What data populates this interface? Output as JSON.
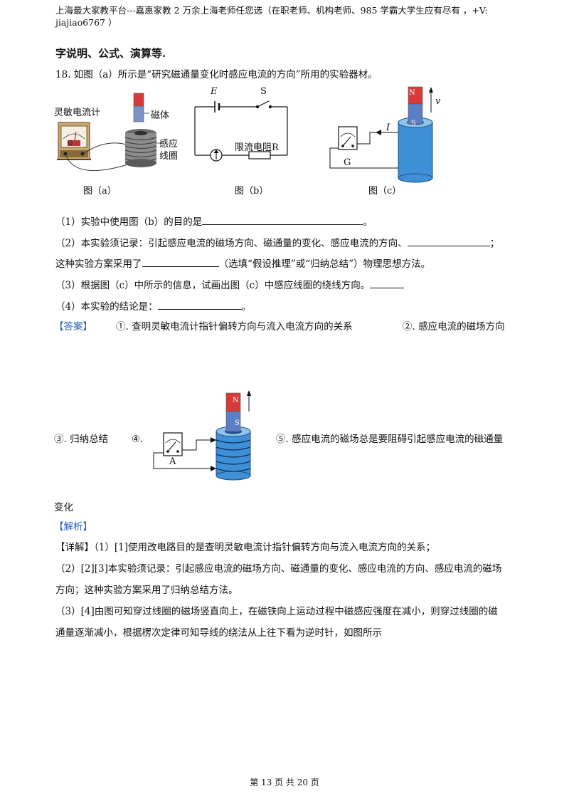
{
  "header": {
    "line1": "上海最大家教平台---嘉惠家教    2 万余上海老师任您选（在职老师、机构老师、985 学霸大学生应有尽有  ，+V:",
    "line2": "jiajiao6767 ）"
  },
  "section_heading": "字说明、公式、演算等.",
  "question": {
    "stem": "18. 如图（a）所示是“研究磁通量变化时感应电流的方向”所用的实验器材。",
    "fig_a": {
      "caption": "图（a）",
      "galvanometer_label": "灵敏电流计",
      "magnet_label": "磁体",
      "coil_label_1": "感应",
      "coil_label_2": "线圈",
      "meter_symbol": "G"
    },
    "fig_b": {
      "caption": "图（b）",
      "emf_label": "E",
      "switch_label": "S",
      "resistor_label": "限流电阻R"
    },
    "fig_c": {
      "caption": "图（c）",
      "north_label": "N",
      "south_label": "S",
      "velocity_label": "v",
      "current_label": "I",
      "meter_label": "G"
    },
    "p1_before": "（1）实验中使用图（b）的目的是",
    "p1_after": "。",
    "p2_before": "（2）本实验须记录：引起感应电流的磁场方向、磁通量的变化、感应电流的方向、",
    "p2_after": "；",
    "p3_before": "这种实验方案采用了",
    "p3_after": "（选填“假设推理”或“归纳总结”）物理思想方法。",
    "p4": "（3）根据图（c）中所示的信息，试画出图（c）中感应线圈的绕线方向。",
    "p5_before": "（4）本实验的结论是：",
    "p5_after": "。"
  },
  "answer": {
    "label": "【答案】",
    "a1": "①. 查明灵敏电流计指针偏转方向与流入电流方向的关系",
    "a2": "②. 感应电流的磁场方向",
    "a3": "③. 归纳总结",
    "a4": "④.",
    "a5": "⑤. 感应电流的磁场总是要阻碍引起感应电流的磁通量",
    "a5_cont": "变化",
    "fig_north": "N",
    "fig_south": "S",
    "fig_meter": "A"
  },
  "analysis": {
    "label": "【解析】",
    "d1": "【详解】（1）[1]使用改电路目的是查明灵敏电流计指针偏转方向与流入电流方向的关系；",
    "d2a": "（2）[2][3]本实验须记录：引起感应电流的磁场方向、磁通量的变化、感应电流的方向、感应电流的磁场",
    "d2b": "方向；这种实验方案采用了归纳总结方法。",
    "d3a": "（3）[4]由图可知穿过线圈的磁场竖直向上，在磁铁向上运动过程中磁感应强度在减小，则穿过线圈的磁",
    "d3b": "通量逐渐减小，根据楞次定律可知导线的绕法从上往下看为逆时针，如图所示"
  },
  "footer": "第 13 页 共 20 页",
  "colors": {
    "accent_blue": "#2a5fbf",
    "magnet_red": "#d83a3a",
    "magnet_blue": "#5b7fc7",
    "cylinder_blue": "#3e8fd6"
  }
}
